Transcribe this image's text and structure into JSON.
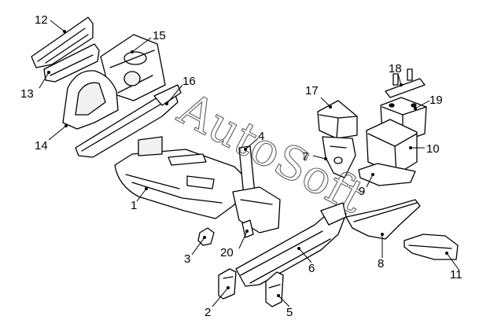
{
  "diagram": {
    "watermark_text": "AutoSoft",
    "callouts": [
      {
        "id": "1",
        "label": "1",
        "part": "floor-pan"
      },
      {
        "id": "2",
        "label": "2",
        "part": "front-bracket-left"
      },
      {
        "id": "3",
        "label": "3",
        "part": "small-bracket"
      },
      {
        "id": "4",
        "label": "4",
        "part": "cross-member-center"
      },
      {
        "id": "5",
        "label": "5",
        "part": "front-bracket-right"
      },
      {
        "id": "6",
        "label": "6",
        "part": "front-side-member"
      },
      {
        "id": "7",
        "label": "7",
        "part": "battery-tray-bracket"
      },
      {
        "id": "8",
        "label": "8",
        "part": "rear-side-member-upper"
      },
      {
        "id": "9",
        "label": "9",
        "part": "battery-base-plate"
      },
      {
        "id": "10",
        "label": "10",
        "part": "battery-tray"
      },
      {
        "id": "11",
        "label": "11",
        "part": "rear-side-member-lower"
      },
      {
        "id": "12",
        "label": "12",
        "part": "rear-rail-upper"
      },
      {
        "id": "13",
        "label": "13",
        "part": "rear-rail-reinforcement"
      },
      {
        "id": "14",
        "label": "14",
        "part": "wheel-house-inner"
      },
      {
        "id": "15",
        "label": "15",
        "part": "spare-wheel-well"
      },
      {
        "id": "16",
        "label": "16",
        "part": "rear-cross-member"
      },
      {
        "id": "17",
        "label": "17",
        "part": "battery-cover"
      },
      {
        "id": "18",
        "label": "18",
        "part": "battery-clamp"
      },
      {
        "id": "19",
        "label": "19",
        "part": "battery"
      },
      {
        "id": "20",
        "label": "20",
        "part": "gusset"
      }
    ]
  }
}
